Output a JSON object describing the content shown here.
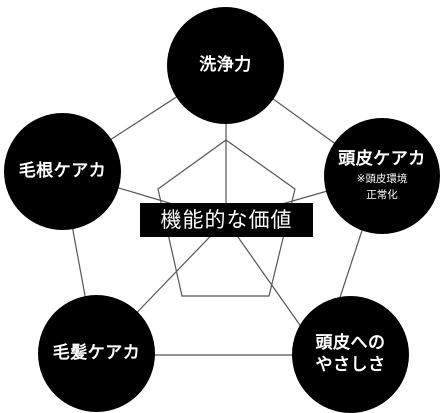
{
  "center_title": "機能的な価値",
  "nodes": {
    "top": {
      "label": "洗浄力"
    },
    "right": {
      "label": "頭皮ケアカ",
      "note": "※頭皮環境\n正常化"
    },
    "bottom_right": {
      "label": "頭皮への\nやさしさ"
    },
    "bottom_left": {
      "label": "毛髪ケアカ"
    },
    "left": {
      "label": "毛根ケアカ"
    }
  },
  "colors": {
    "node_fill": "#000000",
    "node_text": "#ffffff",
    "line": "#555555",
    "background": "#ffffff"
  }
}
